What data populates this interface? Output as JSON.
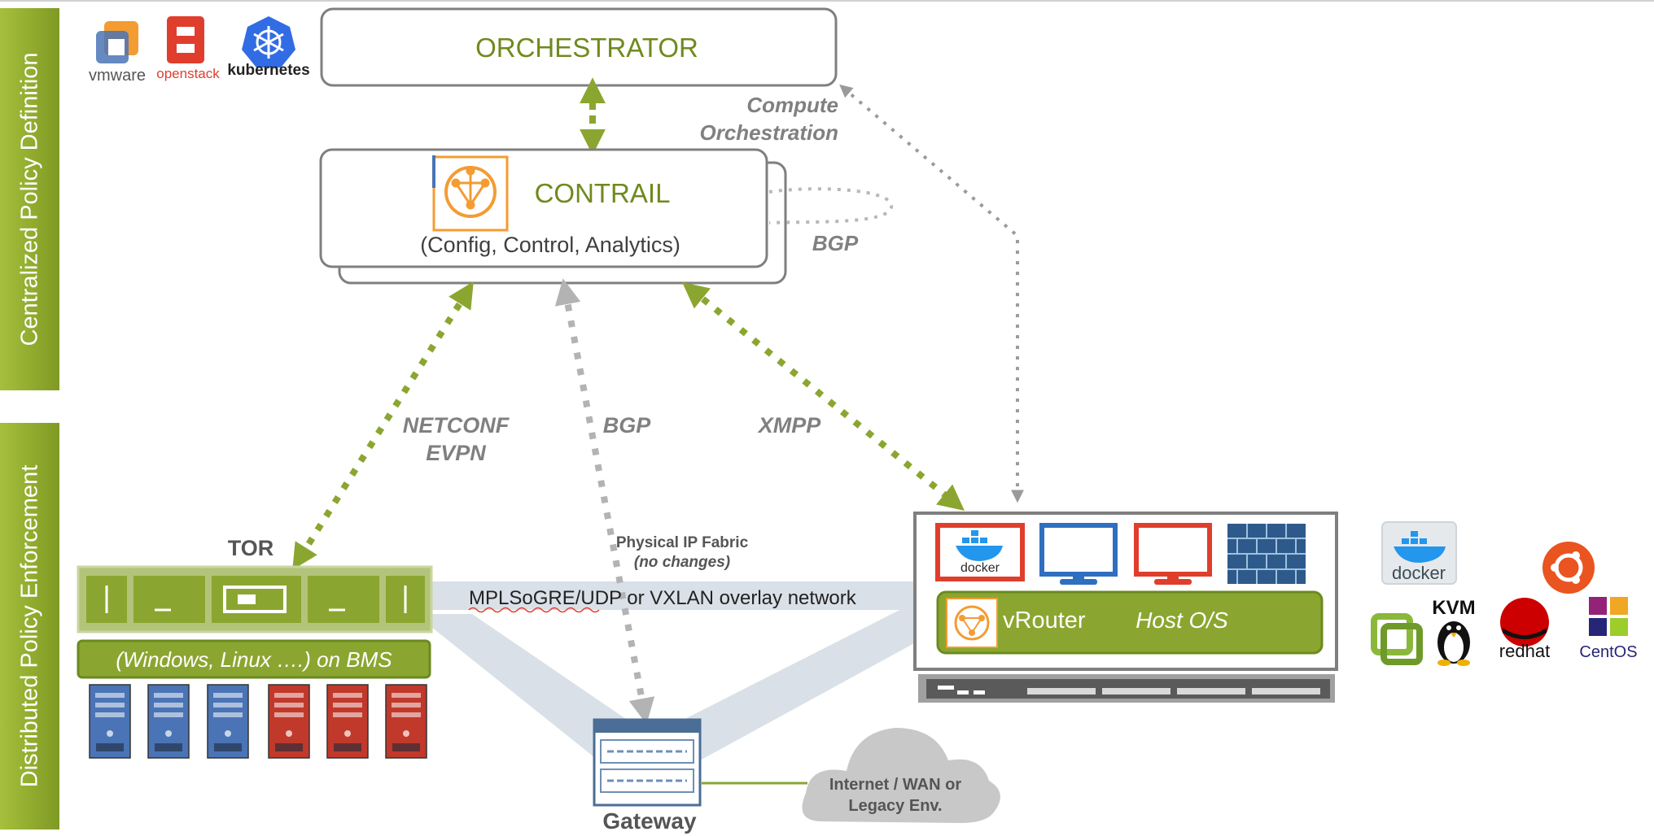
{
  "side_bands": {
    "top": "Centralized Policy Definition",
    "bottom": "Distributed Policy Enforcement"
  },
  "logos": {
    "vmware": "vmware",
    "openstack": "openstack",
    "kubernetes": "kubernetes",
    "docker": "docker",
    "kvm": "KVM",
    "redhat": "redhat",
    "centos": "CentOS"
  },
  "orchestrator": {
    "title": "ORCHESTRATOR"
  },
  "contrail": {
    "title": "CONTRAIL",
    "subtitle": "(Config, Control, Analytics)"
  },
  "labels": {
    "compute_line1": "Compute",
    "compute_line2": "Orchestration",
    "bgp_loop": "BGP",
    "netconf": "NETCONF",
    "evpn": "EVPN",
    "bgp": "BGP",
    "xmpp": "XMPP",
    "tor": "TOR",
    "bms": "(Windows, Linux ….) on BMS",
    "fabric_line1": "Physical IP Fabric",
    "fabric_line2": "(no changes)",
    "overlay": "MPLSoGRE/UDP or VXLAN  overlay network",
    "vrouter": "vRouter",
    "host_os": "Host O/S",
    "gateway": "Gateway",
    "cloud_line1": "Internet / WAN  or",
    "cloud_line2": "Legacy Env."
  },
  "colors": {
    "green": "#8ba630",
    "green_dark": "#6b8a1f",
    "olive_text": "#6f8a1e",
    "gray_text": "#808080",
    "gray_line": "#9a9a9a",
    "light_beam": "#d5dde6",
    "server_blue": "#4a74b5",
    "server_red": "#c0392b",
    "docker_blue": "#2396ed",
    "orange": "#f39c32"
  }
}
